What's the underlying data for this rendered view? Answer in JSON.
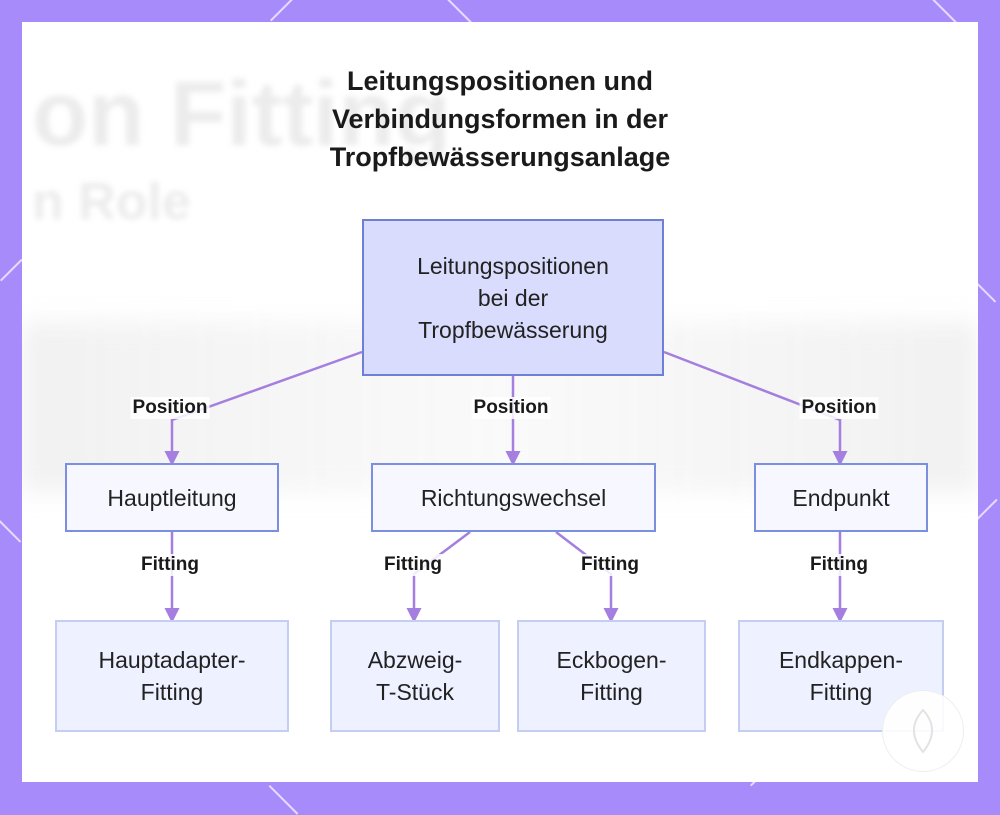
{
  "title": {
    "lines": [
      "Leitungspositionen und",
      "Verbindungsformen in der",
      "Tropfbewässerungsanlage"
    ]
  },
  "background": {
    "text_main": "on Fitting",
    "text_sub": "n Role"
  },
  "root": {
    "lines": [
      "Leitungspositionen",
      "bei der",
      "Tropfbewässerung"
    ]
  },
  "positions": [
    {
      "label": "Hauptleitung",
      "edge_label": "Position"
    },
    {
      "label": "Richtungswechsel",
      "edge_label": "Position"
    },
    {
      "label": "Endpunkt",
      "edge_label": "Position"
    }
  ],
  "fittings": [
    {
      "lines": [
        "Hauptadapter-",
        "Fitting"
      ],
      "edge_label": "Fitting"
    },
    {
      "lines": [
        "Abzweig-",
        "T-Stück"
      ],
      "edge_label": "Fitting"
    },
    {
      "lines": [
        "Eckbogen-",
        "Fitting"
      ],
      "edge_label": "Fitting"
    },
    {
      "lines": [
        "Endkappen-",
        "Fitting"
      ],
      "edge_label": "Fitting"
    }
  ],
  "colors": {
    "frame": "#a78bfa",
    "edge": "#a47fe0",
    "root_fill": "#dadcfd",
    "root_border": "#6e7fd6",
    "mid_border": "#7b8ee0",
    "leaf_fill": "#eef1ff",
    "leaf_border": "#c5cdf2"
  }
}
